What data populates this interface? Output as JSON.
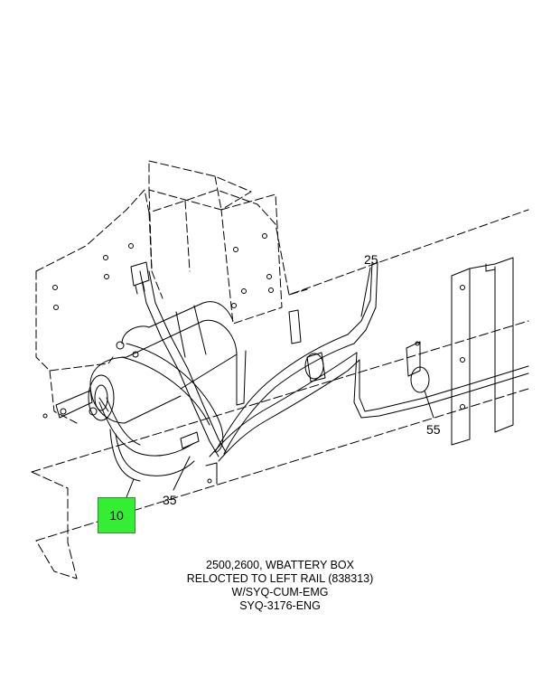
{
  "callouts": [
    {
      "id": "25",
      "label": "25"
    },
    {
      "id": "55",
      "label": "55"
    },
    {
      "id": "35",
      "label": "35"
    },
    {
      "id": "10",
      "label": "10",
      "highlighted": true
    }
  ],
  "caption_lines": [
    "2500,2600, WBATTERY BOX",
    "RELOCTED TO LEFT RAIL (838313)",
    "W/SYQ-CUM-EMG",
    "SYQ-3176-ENG"
  ],
  "colors": {
    "highlight": "#33ee33",
    "line": "#000000"
  }
}
